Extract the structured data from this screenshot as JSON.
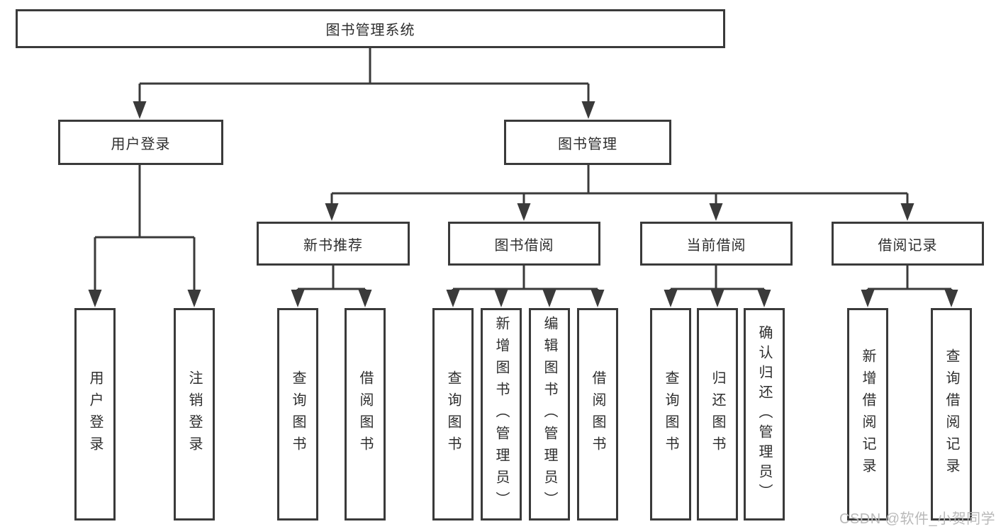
{
  "diagram": {
    "title": "图书管理系统",
    "type": "hierarchy-tree",
    "colors": {
      "line": "#3a3a3a",
      "box_border": "#3a3a3a",
      "text": "#2e2e2e",
      "watermark": "#b9b9b9",
      "background": "#ffffff"
    }
  },
  "watermark": {
    "text": "CSDN @软件_小贺同学"
  },
  "nodes": {
    "root": {
      "label": "图书管理系统"
    },
    "level2": [
      {
        "label": "用户登录",
        "parent": "图书管理系统"
      },
      {
        "label": "图书管理",
        "parent": "图书管理系统"
      }
    ],
    "level3": [
      {
        "label": "新书推荐",
        "parent": "图书管理"
      },
      {
        "label": "图书借阅",
        "parent": "图书管理"
      },
      {
        "label": "当前借阅",
        "parent": "图书管理"
      },
      {
        "label": "借阅记录",
        "parent": "图书管理"
      }
    ],
    "leaves": [
      {
        "label": "用户登录",
        "parent": "用户登录"
      },
      {
        "label": "注销登录",
        "parent": "用户登录"
      },
      {
        "label": "查询图书",
        "parent": "新书推荐"
      },
      {
        "label": "借阅图书",
        "parent": "新书推荐"
      },
      {
        "label": "查询图书",
        "parent": "图书借阅"
      },
      {
        "label": "新增图书（管理员）",
        "parent": "图书借阅"
      },
      {
        "label": "编辑图书（管理员）",
        "parent": "图书借阅"
      },
      {
        "label": "借阅图书",
        "parent": "图书借阅"
      },
      {
        "label": "查询图书",
        "parent": "当前借阅"
      },
      {
        "label": "归还图书",
        "parent": "当前借阅"
      },
      {
        "label": "确认归还（管理员）",
        "parent": "当前借阅"
      },
      {
        "label": "新增借阅记录",
        "parent": "借阅记录"
      },
      {
        "label": "查询借阅记录",
        "parent": "借阅记录"
      }
    ]
  }
}
